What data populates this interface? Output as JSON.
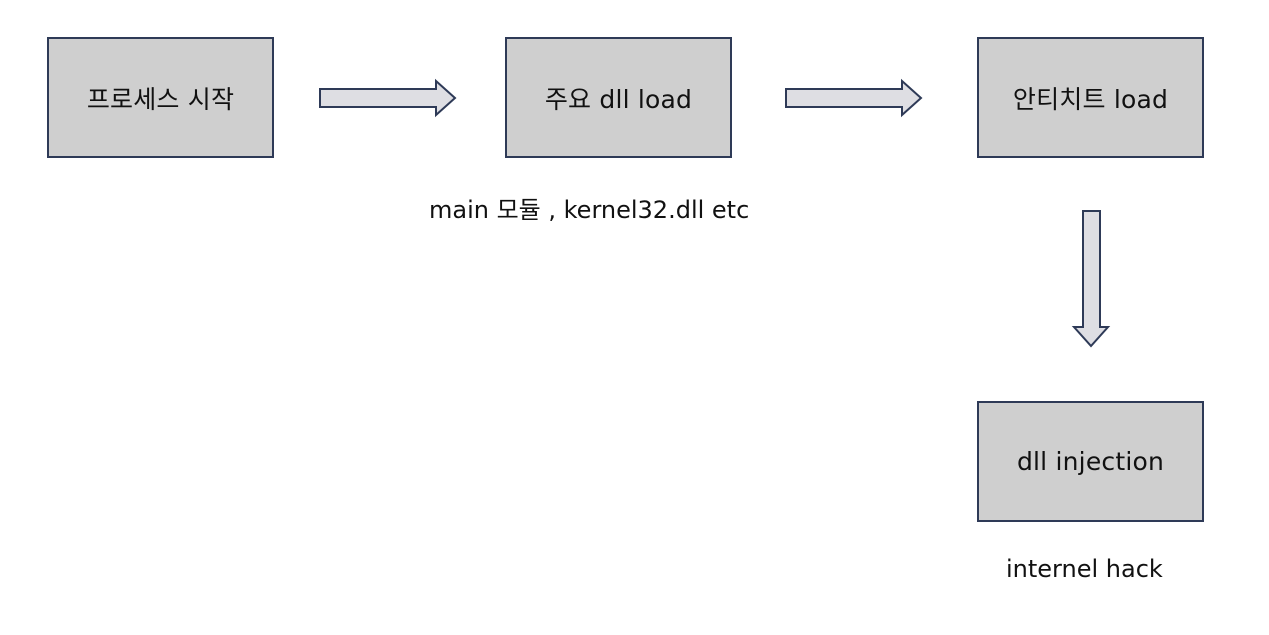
{
  "boxes": {
    "process_start": "프로세스 시작",
    "main_dll_load": "주요 dll load",
    "anticheat_load": "안티치트 load",
    "dll_injection": "dll injection"
  },
  "captions": {
    "main_dll_caption": "main 모듈 , kernel32.dll etc",
    "injection_caption": "internel hack"
  },
  "colors": {
    "box_fill": "#cfcfcf",
    "box_border": "#2e3a57",
    "arrow_fill": "#dedee3",
    "arrow_stroke": "#2e3a57"
  }
}
